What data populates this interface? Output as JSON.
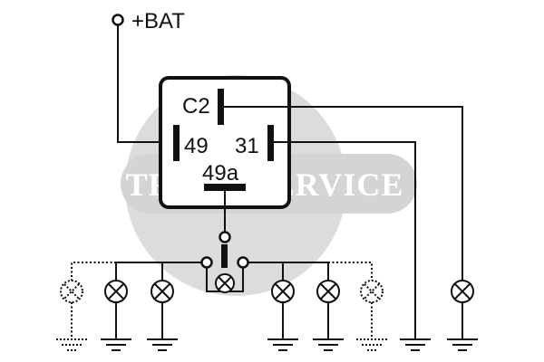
{
  "watermark": {
    "text": "TRADE SERVICE"
  },
  "labels": {
    "bat": "+BAT",
    "c2": "C2",
    "pin49": "49",
    "pin31": "31",
    "pin49a": "49a"
  },
  "colors": {
    "line": "#111111",
    "watermark_disc": "#d9d9d9",
    "watermark_text": "#ffffff",
    "background": "#ffffff"
  }
}
